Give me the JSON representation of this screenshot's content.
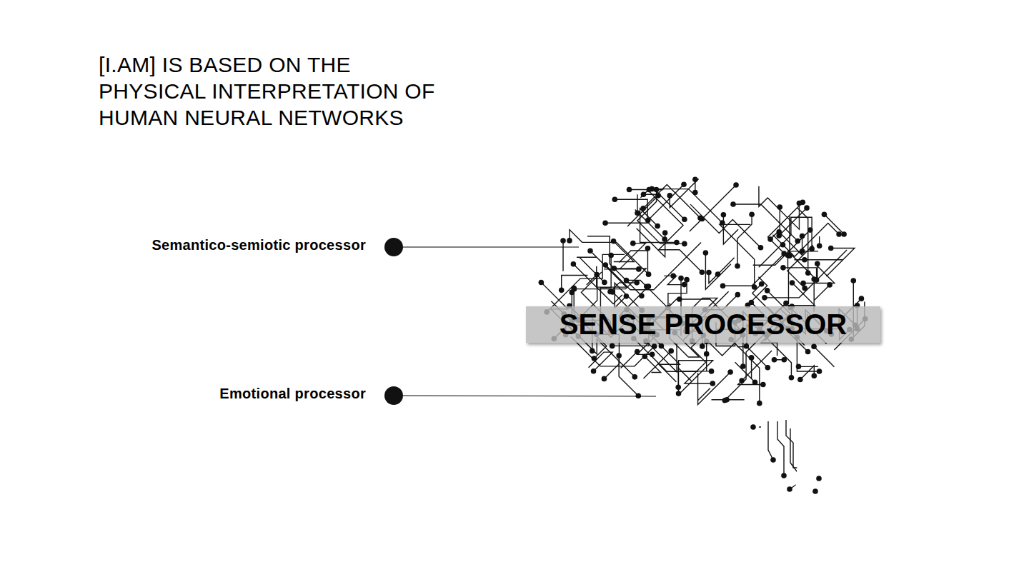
{
  "diagram": {
    "title": "[I.AM] IS BASED ON THE PHYSICAL INTERPRETATION OF HUMAN NEURAL NETWORKS",
    "nodes": [
      {
        "text": [
          "SENSE PROCESSOR"
        ]
      }
    ],
    "labels": [
      "Semantico-semiotic processor",
      "Emotional processor"
    ]
  }
}
